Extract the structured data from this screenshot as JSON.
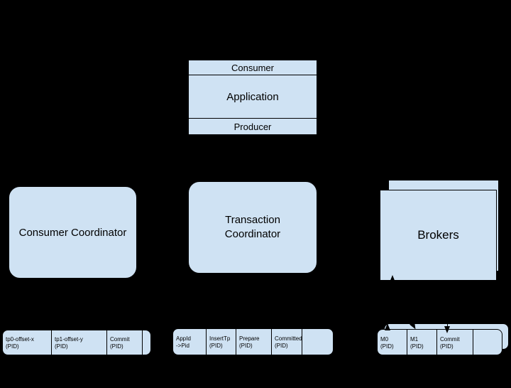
{
  "palette": {
    "background": "#000000",
    "shape_fill": "#cfe2f3",
    "shape_border": "#000000",
    "text_color": "#000000"
  },
  "app_stack": {
    "consumer": "Consumer",
    "application": "Application",
    "producer": "Producer"
  },
  "coordinators": {
    "consumer_coordinator": "Consumer Coordinator",
    "transaction_coordinator": "Transaction Coordinator"
  },
  "brokers": {
    "label": "Brokers"
  },
  "logs": {
    "consumer_offsets": {
      "cells": [
        {
          "line1": "tp0-offset-x",
          "line2": "(PID)"
        },
        {
          "line1": "tp1-offset-y",
          "line2": "(PID)"
        },
        {
          "line1": "Commit",
          "line2": "(PID)"
        },
        {
          "line1": "",
          "line2": ""
        }
      ]
    },
    "transaction_log": {
      "cells": [
        {
          "line1": "AppId",
          "line2": "->Pid"
        },
        {
          "line1": "InsertTp",
          "line2": "(PID)"
        },
        {
          "line1": "Prepare",
          "line2": "(PID)"
        },
        {
          "line1": "Committed",
          "line2": "(PID)"
        },
        {
          "line1": "",
          "line2": ""
        }
      ]
    },
    "broker_log": {
      "cells": [
        {
          "line1": "M0",
          "line2": "(PID)"
        },
        {
          "line1": "M1",
          "line2": "(PID)"
        },
        {
          "line1": "Commit",
          "line2": "(PID)"
        },
        {
          "line1": "",
          "line2": ""
        }
      ]
    }
  }
}
